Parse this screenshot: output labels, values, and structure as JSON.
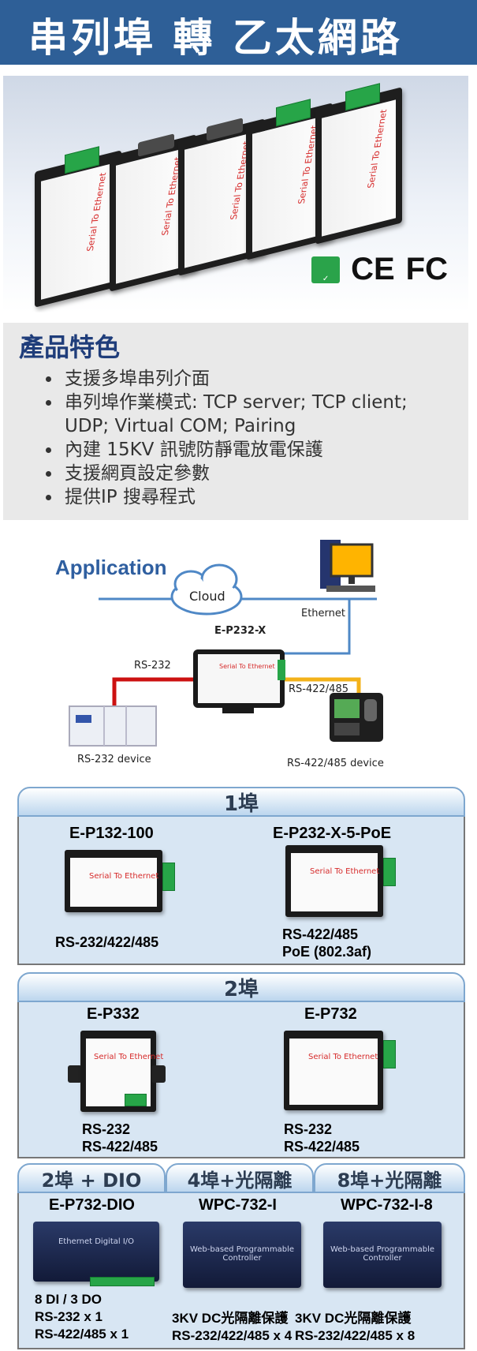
{
  "header": {
    "title": "串列埠 轉 乙太網路"
  },
  "photo": {
    "device_label": "Serial To Ethernet",
    "certifications": [
      "eco-label-icon",
      "CE",
      "FC"
    ]
  },
  "features": {
    "heading": "產品特色",
    "items": [
      "支援多埠串列介面",
      "串列埠作業模式: TCP server; TCP client;",
      "UDP; Virtual COM; Pairing",
      "內建 15KV 訊號防靜電放電保護",
      "支援網頁設定參數",
      "提供IP 搜尋程式"
    ]
  },
  "diagram": {
    "application": "Application",
    "cloud": "Cloud",
    "ethernet": "Ethernet",
    "center_device": "E-P232-X",
    "center_label": "Serial To Ethernet",
    "rs232": "RS-232",
    "rs422": "RS-422/485",
    "rs232_device": "RS-232 device",
    "rs422_device": "RS-422/485 device"
  },
  "series": {
    "one_port": {
      "title": "1埠",
      "products": [
        {
          "name": "E-P132-100",
          "desc": [
            "RS-232/422/485"
          ]
        },
        {
          "name": "E-P232-X-5-PoE",
          "desc": [
            "RS-422/485",
            "PoE (802.3af)"
          ]
        }
      ]
    },
    "two_port": {
      "title": "2埠",
      "products": [
        {
          "name": "E-P332",
          "desc": [
            "RS-232",
            "RS-422/485"
          ]
        },
        {
          "name": "E-P732",
          "desc": [
            "RS-232",
            "RS-422/485"
          ]
        }
      ]
    },
    "multi": {
      "tabs": [
        "2埠 + DIO",
        "4埠+光隔離",
        "8埠+光隔離"
      ],
      "products": [
        {
          "name": "E-P732-DIO",
          "desc": [
            "8 DI / 3 DO",
            "RS-232 x 1",
            "RS-422/485 x 1"
          ],
          "label": "Ethernet Digital I/O"
        },
        {
          "name": "WPC-732-I",
          "desc": [
            "3KV DC光隔離保護",
            "RS-232/422/485 x 4"
          ],
          "label": "Web-based Programmable Controller"
        },
        {
          "name": "WPC-732-I-8",
          "desc": [
            "3KV DC光隔離保護",
            "RS-232/422/485 x 8"
          ],
          "label": "Web-based Programmable Controller"
        }
      ]
    }
  },
  "colors": {
    "header": "#2e5f97",
    "heading": "#1f3d7a",
    "panel": "#d8e6f3",
    "rs232_line": "#cc1111",
    "rs422_line": "#f3b21a",
    "ethernet_line": "#4f88c6"
  }
}
